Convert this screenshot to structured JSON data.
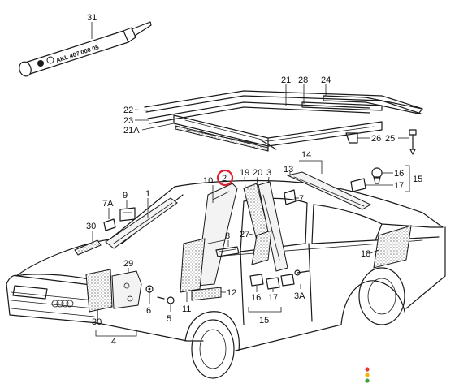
{
  "colors": {
    "line": "#1a1a1a",
    "highlight_circle": "#e0202a",
    "indicator_red": "#e53935",
    "indicator_yellow": "#f5b400",
    "indicator_green": "#43a047"
  },
  "tube_label": "AKL 407 000 05",
  "callouts": {
    "c31": "31",
    "c21": "21",
    "c28": "28",
    "c24": "24",
    "c22": "22",
    "c23": "23",
    "c21a": "21A",
    "c26": "26",
    "c25": "25",
    "c14": "14",
    "c13": "13",
    "c16": "16",
    "c15r": "15",
    "c17r": "17",
    "c19": "19",
    "c20": "20",
    "c3": "3",
    "c10": "10",
    "c2": "2",
    "c7": "7",
    "c7a": "7A",
    "c9": "9",
    "c1": "1",
    "c30a": "30",
    "c8": "8",
    "c27": "27",
    "c18": "18",
    "c29": "29",
    "c12": "12",
    "c6": "6",
    "c11": "11",
    "c5": "5",
    "c16b": "16",
    "c17b": "17",
    "c3a": "3A",
    "c15b": "15",
    "c30b": "30",
    "c4": "4"
  }
}
